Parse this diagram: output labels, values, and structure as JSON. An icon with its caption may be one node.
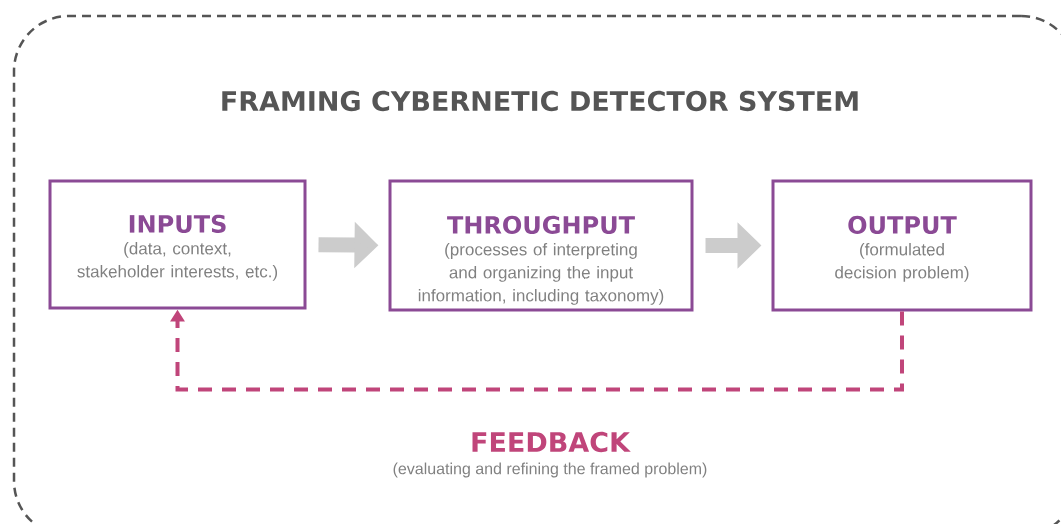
{
  "diagram": {
    "nodes": [
      {
        "text": [
          "FRAMING CYBERNETIC DETECTOR SYSTEM"
        ]
      },
      {
        "text": [
          "INPUTS",
          "(data, context, stakeholder interests, etc.)"
        ],
        "in": 0
      },
      {
        "text": [
          "THROUGHPUT",
          "(processes of interpreting and organizing the input information, including taxonomy)"
        ],
        "in": 0
      },
      {
        "text": [
          "OUTPUT",
          "(formulated decision problem)"
        ],
        "in": 0
      }
    ],
    "edges": [
      {
        "from": 1,
        "to": 2,
        "arrow": "to"
      },
      {
        "from": 2,
        "to": 3,
        "arrow": "to"
      },
      {
        "from": 3,
        "to": 1,
        "arrow": "to",
        "style": "dashed",
        "color": "#c0457a"
      }
    ],
    "labels": [
      "FEEDBACK",
      "(evaluating and refining the framed problem)"
    ]
  }
}
